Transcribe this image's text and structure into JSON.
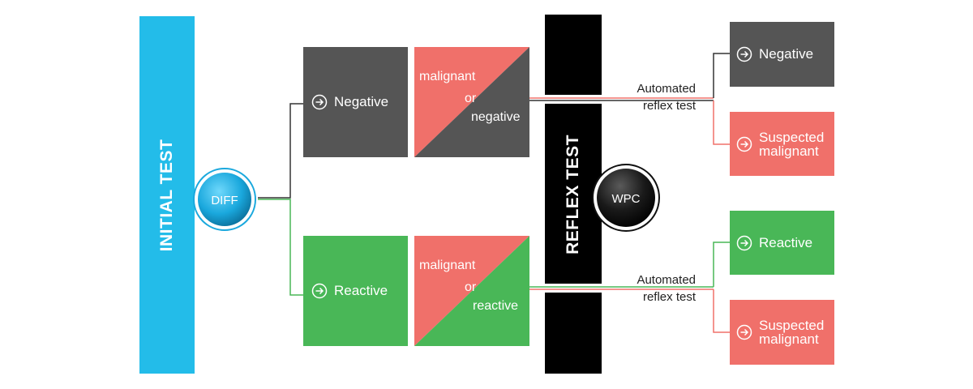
{
  "initial_test": {
    "label": "INITIAL TEST"
  },
  "diff_node": {
    "label": "DIFF"
  },
  "top_branch": {
    "result": "Negative",
    "split": {
      "line1": "malignant",
      "line2": "or",
      "line3": "negative"
    },
    "reflex": {
      "line1": "Automated",
      "line2": "reflex test"
    },
    "outcome_a": "Negative",
    "outcome_b": {
      "line1": "Suspected",
      "line2": "malignant"
    }
  },
  "bottom_branch": {
    "result": "Reactive",
    "split": {
      "line1": "malignant",
      "line2": "or",
      "line3": "reactive"
    },
    "reflex": {
      "line1": "Automated",
      "line2": "reflex test"
    },
    "outcome_a": "Reactive",
    "outcome_b": {
      "line1": "Suspected",
      "line2": "malignant"
    }
  },
  "reflex_test": {
    "label": "REFLEX TEST"
  },
  "wpc_node": {
    "label": "WPC"
  },
  "colors": {
    "initial_bar": "#23bce9",
    "reflex_bar": "#000000",
    "negative": "#555555",
    "reactive": "#49b757",
    "malignant": "#f0706a"
  }
}
